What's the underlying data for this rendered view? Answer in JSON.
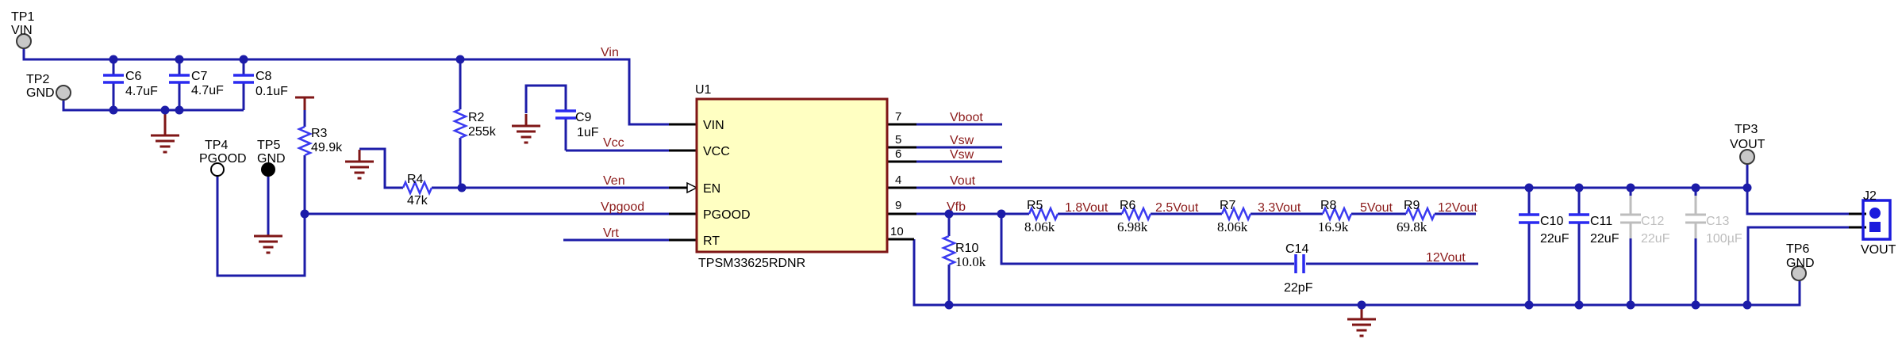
{
  "schematic": {
    "ic": {
      "ref": "U1",
      "part": "TPSM33625RDNR",
      "pins_left": {
        "vin": "VIN",
        "vcc": "VCC",
        "en": "EN",
        "pgood": "PGOOD",
        "rt": "RT"
      },
      "pin_numbers": {
        "p7": "7",
        "p5": "5",
        "p6": "6",
        "p4": "4",
        "p9": "9",
        "p10": "10"
      }
    },
    "test_points": {
      "tp1": {
        "ref": "TP1",
        "net": "VIN"
      },
      "tp2": {
        "ref": "TP2",
        "net": "GND"
      },
      "tp3": {
        "ref": "TP3",
        "net": "VOUT"
      },
      "tp4": {
        "ref": "TP4",
        "net": "PGOOD"
      },
      "tp5": {
        "ref": "TP5",
        "net": "GND"
      },
      "tp6": {
        "ref": "TP6",
        "net": "GND"
      }
    },
    "connector": {
      "ref": "J2",
      "net": "VOUT"
    },
    "parts": {
      "c6": {
        "ref": "C6",
        "value": "4.7uF"
      },
      "c7": {
        "ref": "C7",
        "value": "4.7uF"
      },
      "c8": {
        "ref": "C8",
        "value": "0.1uF"
      },
      "c9": {
        "ref": "C9",
        "value": "1uF"
      },
      "c10": {
        "ref": "C10",
        "value": "22uF"
      },
      "c11": {
        "ref": "C11",
        "value": "22uF"
      },
      "c12": {
        "ref": "C12",
        "value": "22uF"
      },
      "c13": {
        "ref": "C13",
        "value": "100µF"
      },
      "c14": {
        "ref": "C14",
        "value": "22pF"
      },
      "r2": {
        "ref": "R2",
        "value": "255k"
      },
      "r3": {
        "ref": "R3",
        "value": "49.9k"
      },
      "r4": {
        "ref": "R4",
        "value": "47k"
      },
      "r5": {
        "ref": "R5",
        "value": "8.06k"
      },
      "r6": {
        "ref": "R6",
        "value": "6.98k"
      },
      "r7": {
        "ref": "R7",
        "value": "8.06k"
      },
      "r8": {
        "ref": "R8",
        "value": "16.9k"
      },
      "r9": {
        "ref": "R9",
        "value": "69.8k"
      },
      "r10": {
        "ref": "R10",
        "value": "10.0k"
      }
    },
    "nets": {
      "vin": "Vin",
      "vcc": "Vcc",
      "ven": "Ven",
      "vpgood": "Vpgood",
      "vrt": "Vrt",
      "vboot": "Vboot",
      "vsw_5": "Vsw",
      "vsw_6": "Vsw",
      "vout": "Vout",
      "vfb": "Vfb",
      "tap_1v8": "1.8Vout",
      "tap_2v5": "2.5Vout",
      "tap_3v3": "3.3Vout",
      "tap_5v": "5Vout",
      "tap_12v": "12Vout",
      "tap_12v_c14": "12Vout"
    },
    "colors": {
      "wire": "#1c1ca8",
      "device_blue": "#2a2af0",
      "net_label": "#8b1a1a",
      "ground": "#7f1616",
      "ic_fill": "#ffffc2",
      "ic_border": "#7f1616",
      "inactive_grey": "#bdbdbd",
      "connector_blue": "#1b1bdd"
    }
  }
}
